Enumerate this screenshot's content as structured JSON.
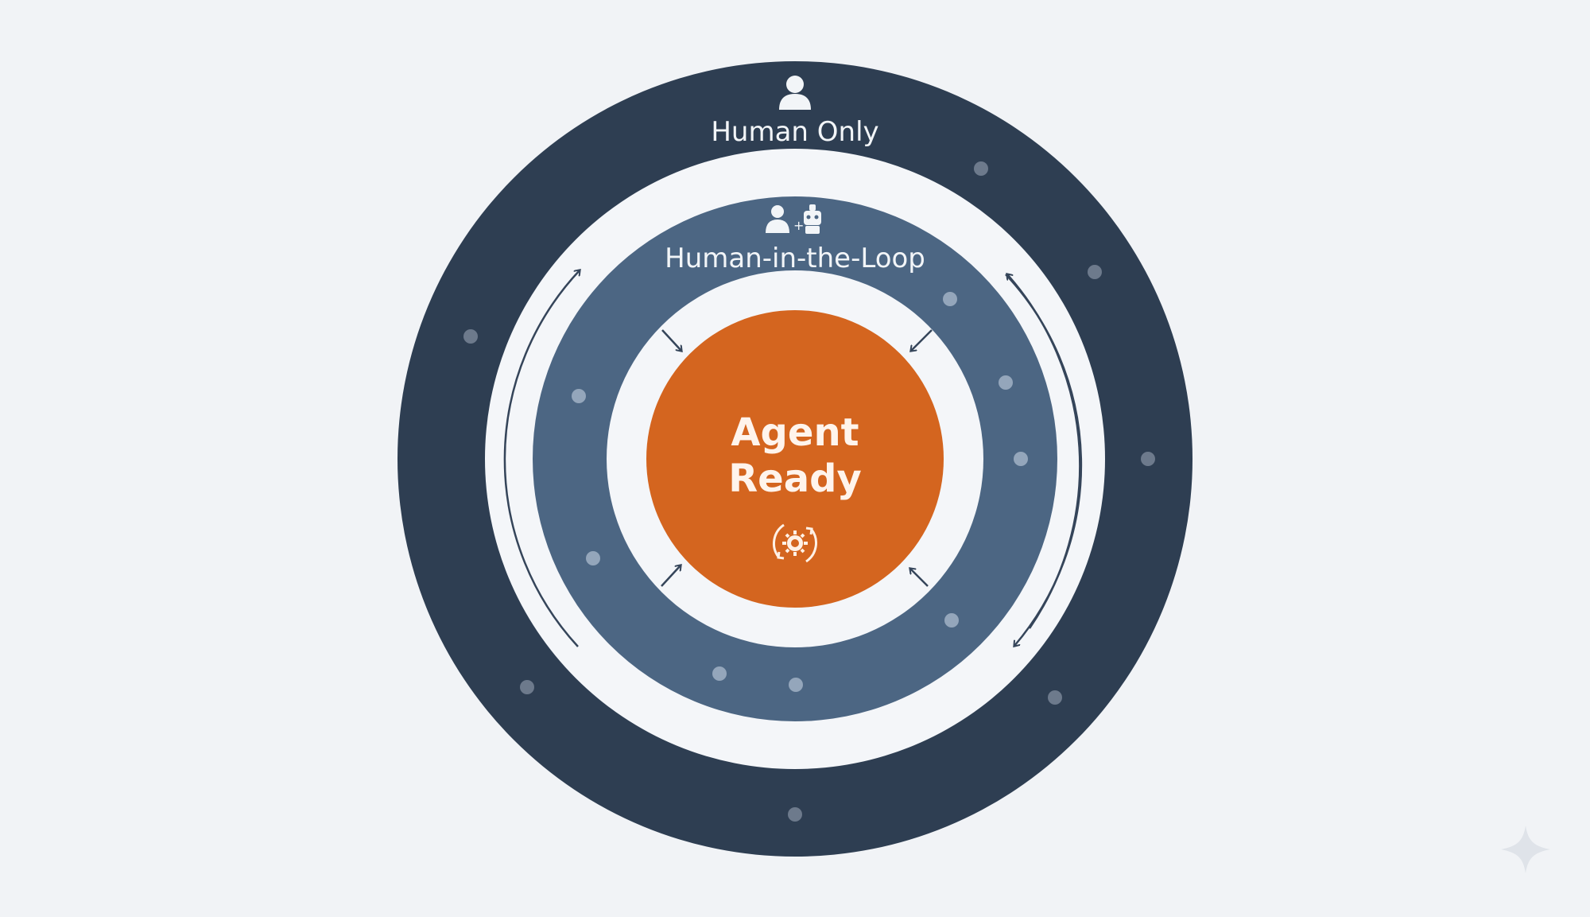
{
  "rings": {
    "outer": {
      "label": "Human Only",
      "icon": "person-icon",
      "color": "#2e3e52"
    },
    "middle": {
      "label": "Human-in-the-Loop",
      "icon": "person-plus-robot-icon",
      "color": "#4c6683"
    },
    "core": {
      "label_line1": "Agent",
      "label_line2": "Ready",
      "icon": "gear-cycle-icon",
      "color": "#d4651f"
    }
  },
  "background_color": "#f1f3f6",
  "corner_mark": "sparkle-icon"
}
